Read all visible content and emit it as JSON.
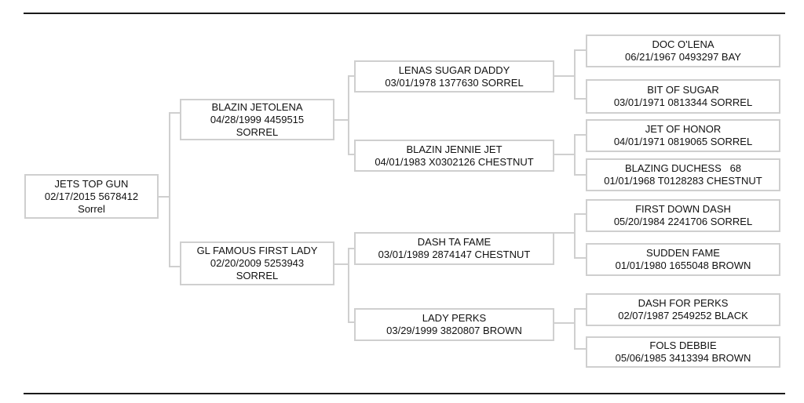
{
  "pedigree": {
    "subject": {
      "name": "JETS TOP GUN",
      "line2": "02/17/2015 5678412",
      "line3": "Sorrel"
    },
    "sire": {
      "name": "BLAZIN JETOLENA",
      "line2": "04/28/1999 4459515",
      "line3": "SORREL"
    },
    "dam": {
      "name": "GL FAMOUS FIRST LADY",
      "line2": "02/20/2009 5253943",
      "line3": "SORREL"
    },
    "sire_sire": {
      "name": "LENAS SUGAR DADDY",
      "line2": "03/01/1978 1377630 SORREL"
    },
    "sire_dam": {
      "name": "BLAZIN JENNIE JET",
      "line2": "04/01/1983 X0302126 CHESTNUT"
    },
    "dam_sire": {
      "name": "DASH TA FAME",
      "line2": "03/01/1989 2874147 CHESTNUT"
    },
    "dam_dam": {
      "name": "LADY PERKS",
      "line2": "03/29/1999 3820807 BROWN"
    },
    "ss_sire": {
      "name": "DOC O'LENA",
      "line2": "06/21/1967 0493297 BAY"
    },
    "ss_dam": {
      "name": "BIT OF SUGAR",
      "line2": "03/01/1971 0813344 SORREL"
    },
    "sd_sire": {
      "name": "JET OF HONOR",
      "line2": "04/01/1971 0819065 SORREL"
    },
    "sd_dam": {
      "name": "BLAZING DUCHESS   68",
      "line2": "01/01/1968 T0128283 CHESTNUT"
    },
    "ds_sire": {
      "name": "FIRST DOWN DASH",
      "line2": "05/20/1984 2241706 SORREL"
    },
    "ds_dam": {
      "name": "SUDDEN FAME",
      "line2": "01/01/1980 1655048 BROWN"
    },
    "dd_sire": {
      "name": "DASH FOR PERKS",
      "line2": "02/07/1987 2549252 BLACK"
    },
    "dd_dam": {
      "name": "FOLS DEBBIE",
      "line2": "05/06/1985 3413394 BROWN"
    }
  }
}
